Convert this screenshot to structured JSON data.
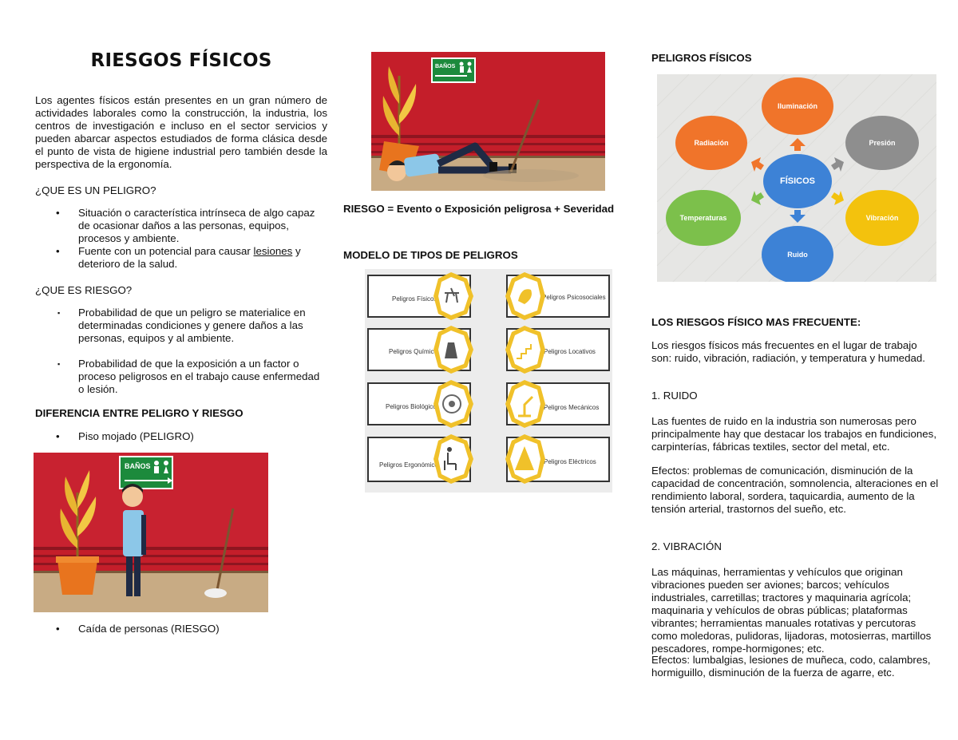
{
  "col1": {
    "title": "RIESGOS FÍSICOS",
    "intro": "Los agentes físicos están presentes en un gran número de actividades laborales como la construcción, la industria, los centros de investigación e incluso en el sector servicios y pueden abarcar aspectos estudiados de forma clásica desde el punto de vista de higiene industrial pero también desde la perspectiva de la ergonomía.",
    "q_peligro": "¿QUE ES UN PELIGRO?",
    "peligro_items": [
      "Situación o característica intrínseca de algo capaz de ocasionar daños a las personas, equipos, procesos y ambiente.",
      "Fuente con un potencial para causar ",
      "lesiones",
      " y deterioro de la salud."
    ],
    "q_riesgo": "¿QUE ES RIESGO?",
    "riesgo_items": [
      "Probabilidad de que un peligro se materialice en determinadas condiciones y genere daños a las personas, equipos y al ambiente.",
      "Probabilidad de que la exposición a un factor o proceso peligrosos en el trabajo cause enfermedad o lesión."
    ],
    "diferencia_title": "DIFERENCIA ENTRE PELIGRO Y RIESGO",
    "piso_mojado": "Piso mojado (PELIGRO)",
    "caida": "Caída de personas (RIESGO)",
    "sign_text": "BAÑOS"
  },
  "col2": {
    "sign_text": "BAÑOS",
    "formula": "RIESGO = Evento o Exposición peligrosa + Severidad",
    "modelo_title": "MODELO DE TIPOS DE PELIGROS",
    "tipos": [
      "Peligros Físicos",
      "Peligros Psicosociales",
      "Peligros Químicos",
      "Peligros Locativos",
      "Peligros Biológicos",
      "Peligros Mecánicos",
      "Peligros Ergonómicos",
      "Peligros Eléctricos"
    ]
  },
  "col3": {
    "peligros_title": "PELIGROS FÍSICOS",
    "diagram": {
      "center": "FÍSICOS",
      "nodes": [
        "Iluminación",
        "Presión",
        "Vibración",
        "Ruido",
        "Temperaturas",
        "Radiación"
      ],
      "colors": [
        "#f0742a",
        "#8e8e8e",
        "#f3c20d",
        "#3d82d6",
        "#7cc04b",
        "#f0742a"
      ]
    },
    "frecuentes_title": "LOS RIESGOS FÍSICO MAS FRECUENTE:",
    "frecuentes_text": "Los riesgos físicos más frecuentes en el lugar de trabajo son: ruido, vibración, radiación, y temperatura y humedad.",
    "ruido_title": "1. RUIDO",
    "ruido_text": "Las fuentes de ruido en la industria son numerosas pero principalmente hay que destacar los trabajos en fundiciones, carpinterías, fábricas textiles, sector del metal, etc.",
    "ruido_efectos": "Efectos: problemas de comunicación, disminución de la capacidad de concentración, somnolencia, alteraciones en el rendimiento laboral, sordera, taquicardia, aumento de la tensión arterial, trastornos del sueño, etc.",
    "vibracion_title": "2. VIBRACIÓN",
    "vibracion_text": "Las máquinas, herramientas y vehículos que originan vibraciones pueden ser aviones; barcos; vehículos industriales, carretillas; tractores y maquinaria agrícola; maquinaria y vehículos de obras públicas; plataformas vibrantes; herramientas manuales rotativas y percutoras como moledoras, pulidoras, lijadoras, motosierras, martillos pescadores, rompe-hormigones; etc.",
    "vibracion_efectos": "Efectos: lumbalgias, lesiones de muñeca, codo, calambres, hormiguillo, disminución de la fuerza de agarre, etc."
  }
}
